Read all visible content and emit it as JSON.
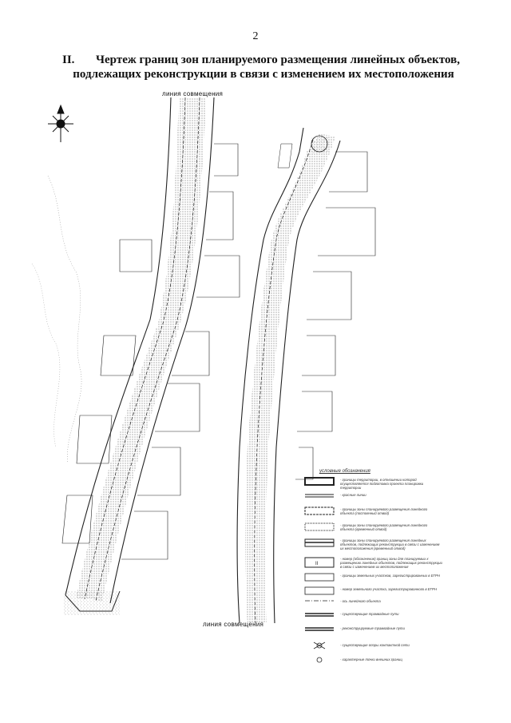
{
  "page_number": "2",
  "heading": {
    "number": "II.",
    "line1": "Чертеж границ зон планируемого размещения линейных объектов,",
    "line2": "подлежащих реконструкции в связи с изменением их местоположения"
  },
  "drawing": {
    "match_line_top": "линия совмещения",
    "match_line_bottom": "линия совмещения",
    "legend_title": "условные обозначения",
    "legend_items": [
      {
        "symbol": "thick-boundary",
        "text": "- границы территории, в отношении которой осуществляется подготовка проекта планировки территории"
      },
      {
        "symbol": "double-line",
        "text": "- красные линии"
      },
      {
        "symbol": "dash-band",
        "text": "- границы зоны планируемого размещения линейного объекта (постоянный отвод)"
      },
      {
        "symbol": "dot-band",
        "text": "- границы зоны планируемого размещения линейного объекта (временный отвод)"
      },
      {
        "symbol": "hatch-band",
        "text": "- границы зоны планируемого размещения линейных объектов, подлежащих реконструкции в связи с изменением их местоположения (временный отвод)"
      },
      {
        "symbol": "label-box",
        "text": "- номер (обозначение) границ зоны для планируемых к размещению линейных объектов, подлежащих реконструкции в связи с изменением их местоположения"
      },
      {
        "symbol": "plain-box",
        "text": "- границы земельных участков, зарегистрированных в ЕГРН"
      },
      {
        "symbol": "plain-box-2",
        "text": "- номер земельного участка, зарегистрированного в ЕГРН"
      },
      {
        "symbol": "axis-line",
        "text": "- ось линейного объекта"
      },
      {
        "symbol": "rail-line",
        "text": "- существующие трамвайные пути"
      },
      {
        "symbol": "rail-line-2",
        "text": "- реконструируемые трамвайные пути"
      },
      {
        "symbol": "pole-icon",
        "text": "- существующие опоры контактной сети"
      },
      {
        "symbol": "point-icon",
        "text": "- характерные точки внешних границ"
      }
    ]
  }
}
